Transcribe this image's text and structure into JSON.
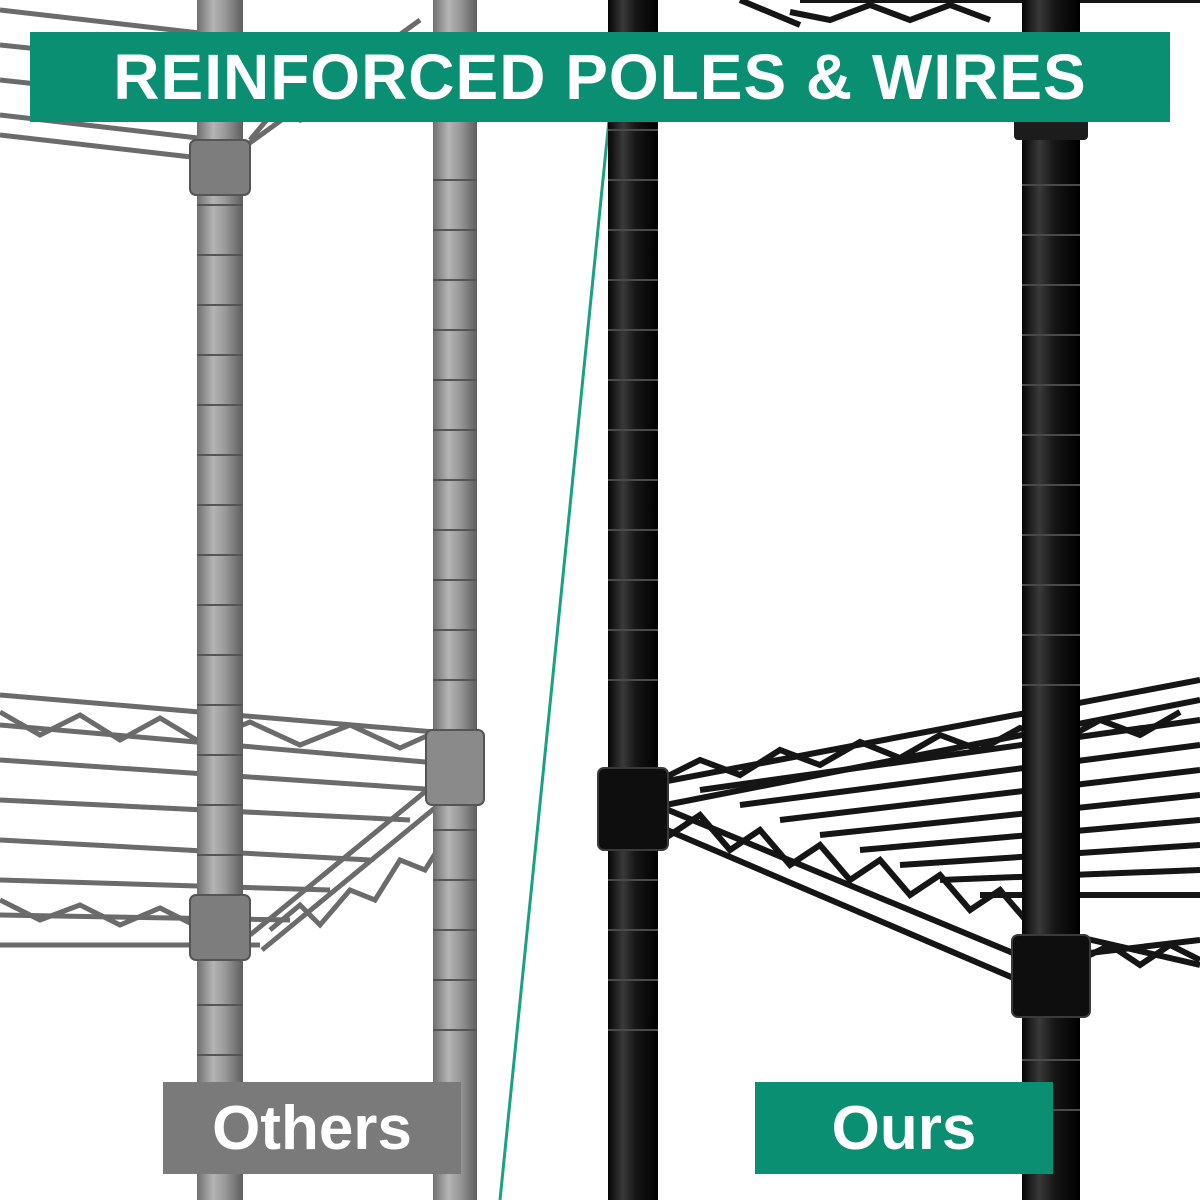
{
  "banner": {
    "text": "REINFORCED POLES & WIRES",
    "color": "#0b8f73"
  },
  "labels": {
    "others": {
      "text": "Others",
      "color": "#7a7a7a"
    },
    "ours": {
      "text": "Ours",
      "color": "#0b8f73"
    }
  },
  "colors": {
    "divider": "#1aa184",
    "pole_others": "#8e8e8e",
    "pole_ours": "#111111",
    "shelf_others": "#6b6b6b",
    "shelf_ours": "#151515"
  }
}
